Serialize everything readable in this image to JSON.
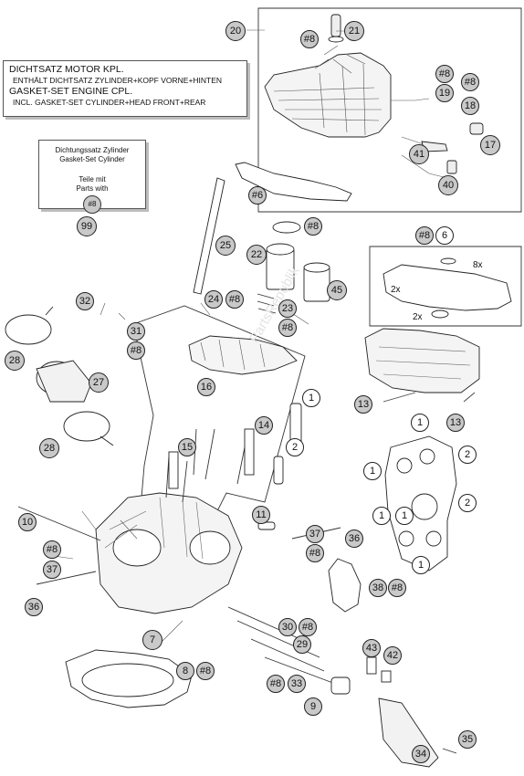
{
  "info_boxes": {
    "gasket_set": {
      "lines": [
        "DICHTSATZ MOTOR KPL.",
        "ENTHÄLT DICHTSATZ ZYLINDER+KOPF VORNE+HINTEN",
        "GASKET-SET ENGINE CPL.",
        "INCL. GASKET-SET CYLINDER+HEAD FRONT+REAR"
      ]
    },
    "cylinder_set": {
      "line1": "Dichtungssatz Zylinder",
      "line2": "Gasket-Set Cylinder",
      "line3": "Teile mit",
      "line4": "Parts with",
      "badge": "#8"
    }
  },
  "callouts": [
    {
      "label": "20"
    },
    {
      "label": "21"
    },
    {
      "label": "#8"
    },
    {
      "label": "#8"
    },
    {
      "label": "#8"
    },
    {
      "label": "19"
    },
    {
      "label": "18"
    },
    {
      "label": "17"
    },
    {
      "label": "41"
    },
    {
      "label": "40"
    },
    {
      "label": "99"
    },
    {
      "label": "#6"
    },
    {
      "label": "#8"
    },
    {
      "label": "#8"
    },
    {
      "label": "6"
    },
    {
      "label": "25"
    },
    {
      "label": "22"
    },
    {
      "label": "45"
    },
    {
      "label": "32"
    },
    {
      "label": "24"
    },
    {
      "label": "#8"
    },
    {
      "label": "23"
    },
    {
      "label": "#8"
    },
    {
      "label": "31"
    },
    {
      "label": "#8"
    },
    {
      "label": "28"
    },
    {
      "label": "27"
    },
    {
      "label": "16"
    },
    {
      "label": "1"
    },
    {
      "label": "13"
    },
    {
      "label": "13"
    },
    {
      "label": "14"
    },
    {
      "label": "28"
    },
    {
      "label": "15"
    },
    {
      "label": "2"
    },
    {
      "label": "1"
    },
    {
      "label": "1"
    },
    {
      "label": "2"
    },
    {
      "label": "1"
    },
    {
      "label": "2"
    },
    {
      "label": "1"
    },
    {
      "label": "1"
    },
    {
      "label": "11"
    },
    {
      "label": "10"
    },
    {
      "label": "37"
    },
    {
      "label": "36"
    },
    {
      "label": "#8"
    },
    {
      "label": "#8"
    },
    {
      "label": "37"
    },
    {
      "label": "38"
    },
    {
      "label": "#8"
    },
    {
      "label": "36"
    },
    {
      "label": "30"
    },
    {
      "label": "#8"
    },
    {
      "label": "7"
    },
    {
      "label": "29"
    },
    {
      "label": "43"
    },
    {
      "label": "42"
    },
    {
      "label": "8"
    },
    {
      "label": "#8"
    },
    {
      "label": "#8"
    },
    {
      "label": "33"
    },
    {
      "label": "9"
    },
    {
      "label": "35"
    },
    {
      "label": "34"
    }
  ],
  "quantities": [
    {
      "label": "8x"
    },
    {
      "label": "2x"
    },
    {
      "label": "2x"
    }
  ],
  "watermark": "PartsRepublik"
}
